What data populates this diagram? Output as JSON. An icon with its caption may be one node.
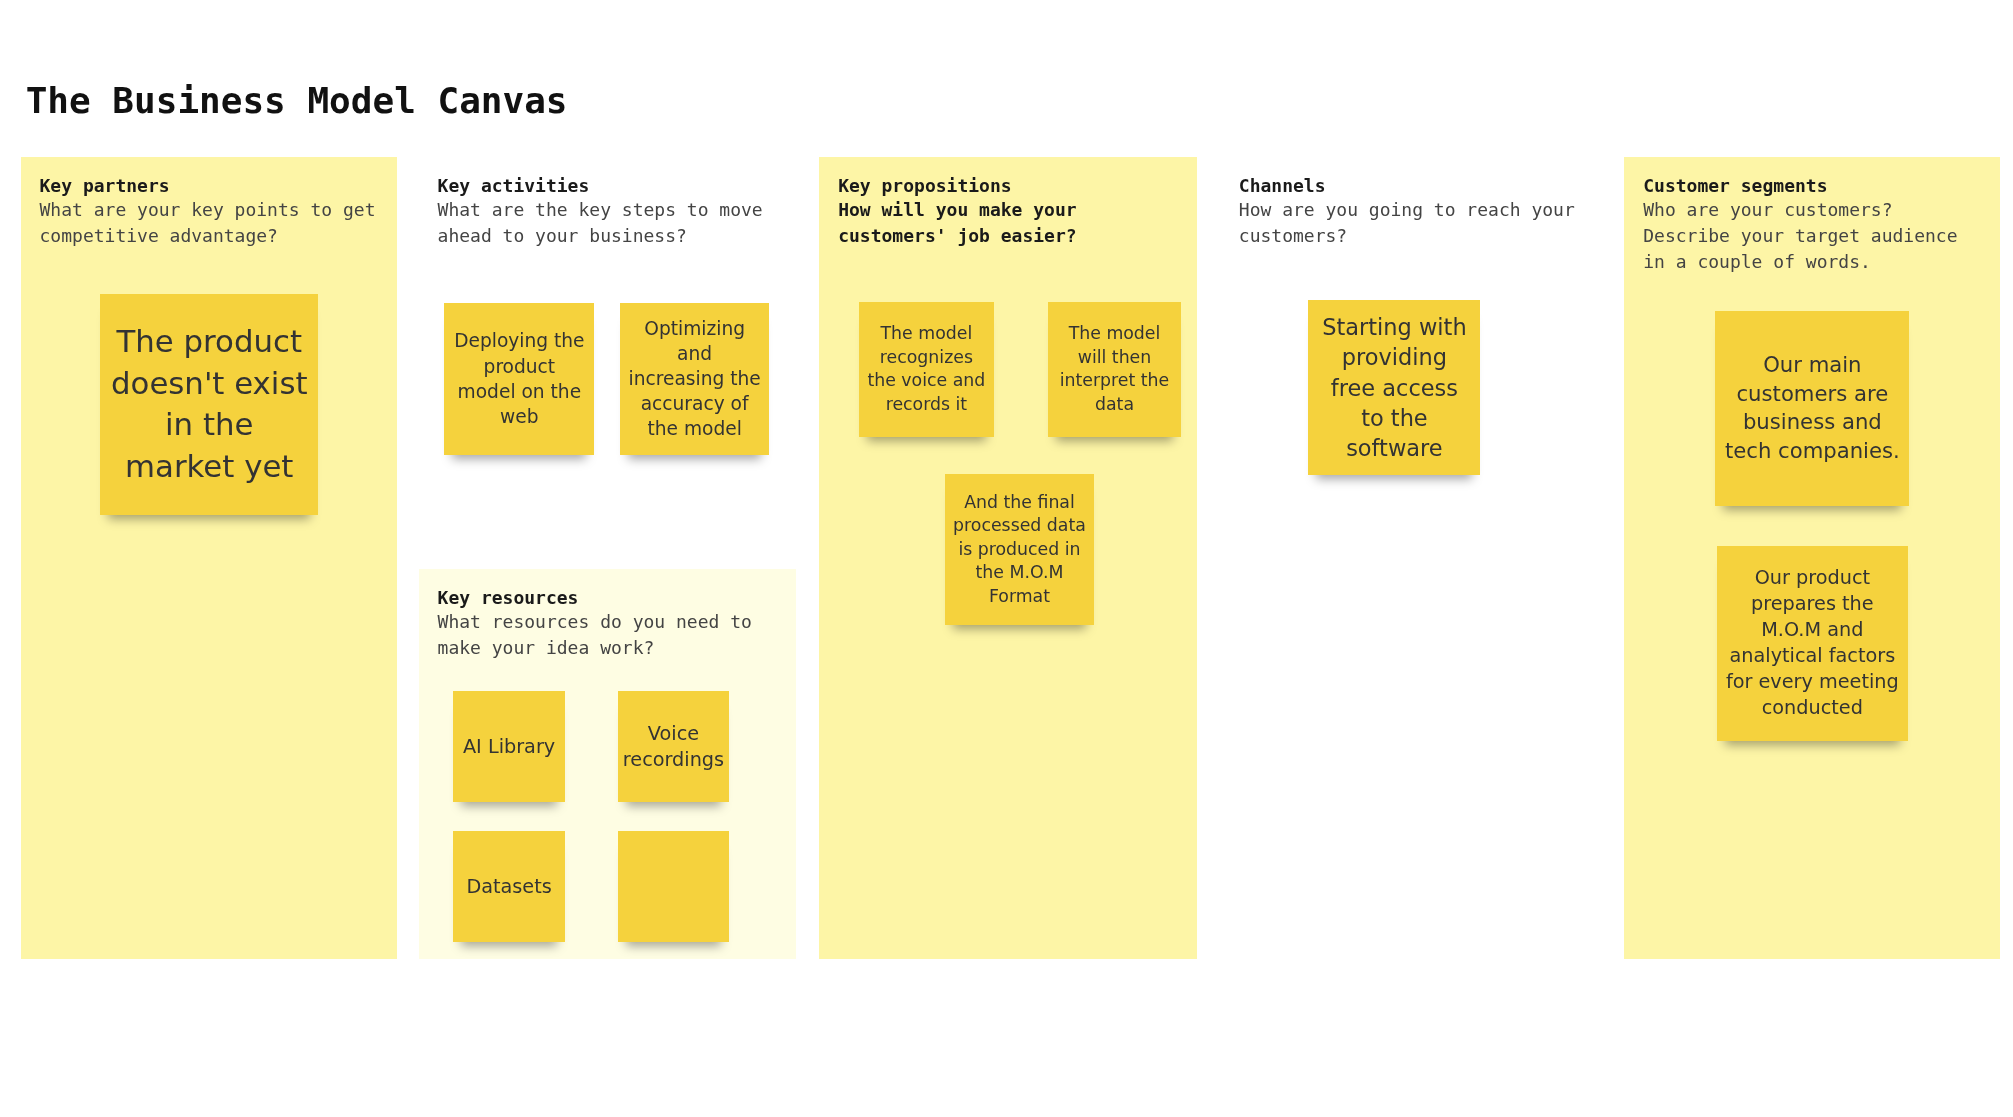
{
  "diagram": {
    "title": "The Business Model Canvas",
    "nodes": [
      {
        "text": [
          "Key partners",
          "What are your key points to get competitive advantage?"
        ]
      },
      {
        "text": [
          "The product doesn't exist in the market yet"
        ],
        "in": 0
      },
      {
        "text": [
          "Key activities",
          "What are the key steps to move ahead to your business?"
        ]
      },
      {
        "text": [
          "Deploying the product model on the web"
        ],
        "in": 2
      },
      {
        "text": [
          "Optimizing and increasing the accuracy of the model"
        ],
        "in": 2
      },
      {
        "text": [
          "Key resources",
          "What resources do you need to make your idea work?"
        ]
      },
      {
        "text": [
          "AI Library"
        ],
        "in": 5
      },
      {
        "text": [
          "Voice recordings"
        ],
        "in": 5
      },
      {
        "text": [
          "Datasets"
        ],
        "in": 5
      },
      {
        "text": [],
        "shape": "box",
        "in": 5
      },
      {
        "text": [
          "Key propositions",
          "How will you make your customers' job easier?"
        ]
      },
      {
        "text": [
          "The model recognizes the voice and records it"
        ],
        "in": 10
      },
      {
        "text": [
          "The model will then interpret the data"
        ],
        "in": 10
      },
      {
        "text": [
          "And the final processed data is produced in the M.O.M Format"
        ],
        "in": 10
      },
      {
        "text": [
          "Channels",
          "How are you going to reach your customers?"
        ]
      },
      {
        "text": [
          "Starting with providing free access to the software"
        ],
        "in": 14
      },
      {
        "text": [
          "Customer segments",
          "Who are your customers? Describe your target audience in a couple of words."
        ]
      },
      {
        "text": [
          "Our main customers are business and tech companies."
        ],
        "in": 16
      },
      {
        "text": [
          "Our product prepares the M.O.M and analytical factors for every meeting conducted"
        ],
        "in": 16
      }
    ],
    "edges": []
  }
}
